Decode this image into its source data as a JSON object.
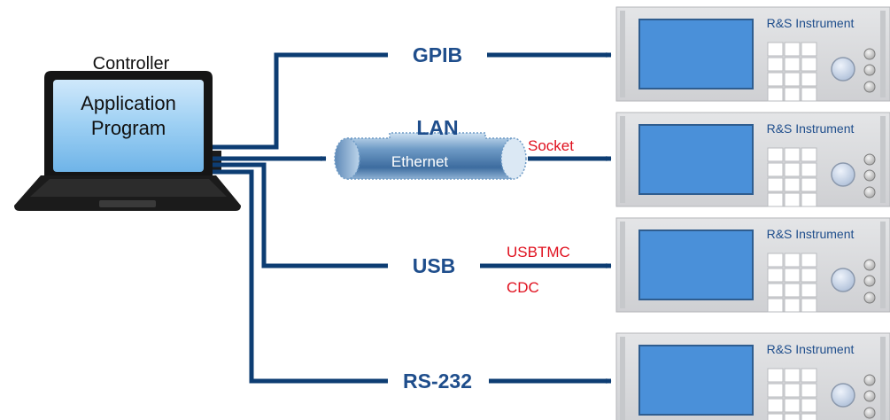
{
  "controller": {
    "title": "Controller",
    "screen_line1": "Application",
    "screen_line2": "Program"
  },
  "buses": {
    "gpib": "GPIB",
    "lan": "LAN",
    "ethernet": "Ethernet",
    "socket": "Socket",
    "usb": "USB",
    "usbtmc": "USBTMC",
    "cdc": "CDC",
    "rs232": "RS-232"
  },
  "instruments": [
    {
      "label": "R&S Instrument"
    },
    {
      "label": "R&S Instrument"
    },
    {
      "label": "R&S Instrument"
    },
    {
      "label": "R&S Instrument"
    }
  ],
  "colors": {
    "line": "#0d3d73",
    "label_blue": "#1f4e8c",
    "protocol_red": "#e0101e",
    "instrument_panel": "#d9dadc",
    "instrument_screen": "#4a90d9",
    "laptop_body": "#1a1a1a",
    "laptop_screen": "#8cc6f0"
  }
}
